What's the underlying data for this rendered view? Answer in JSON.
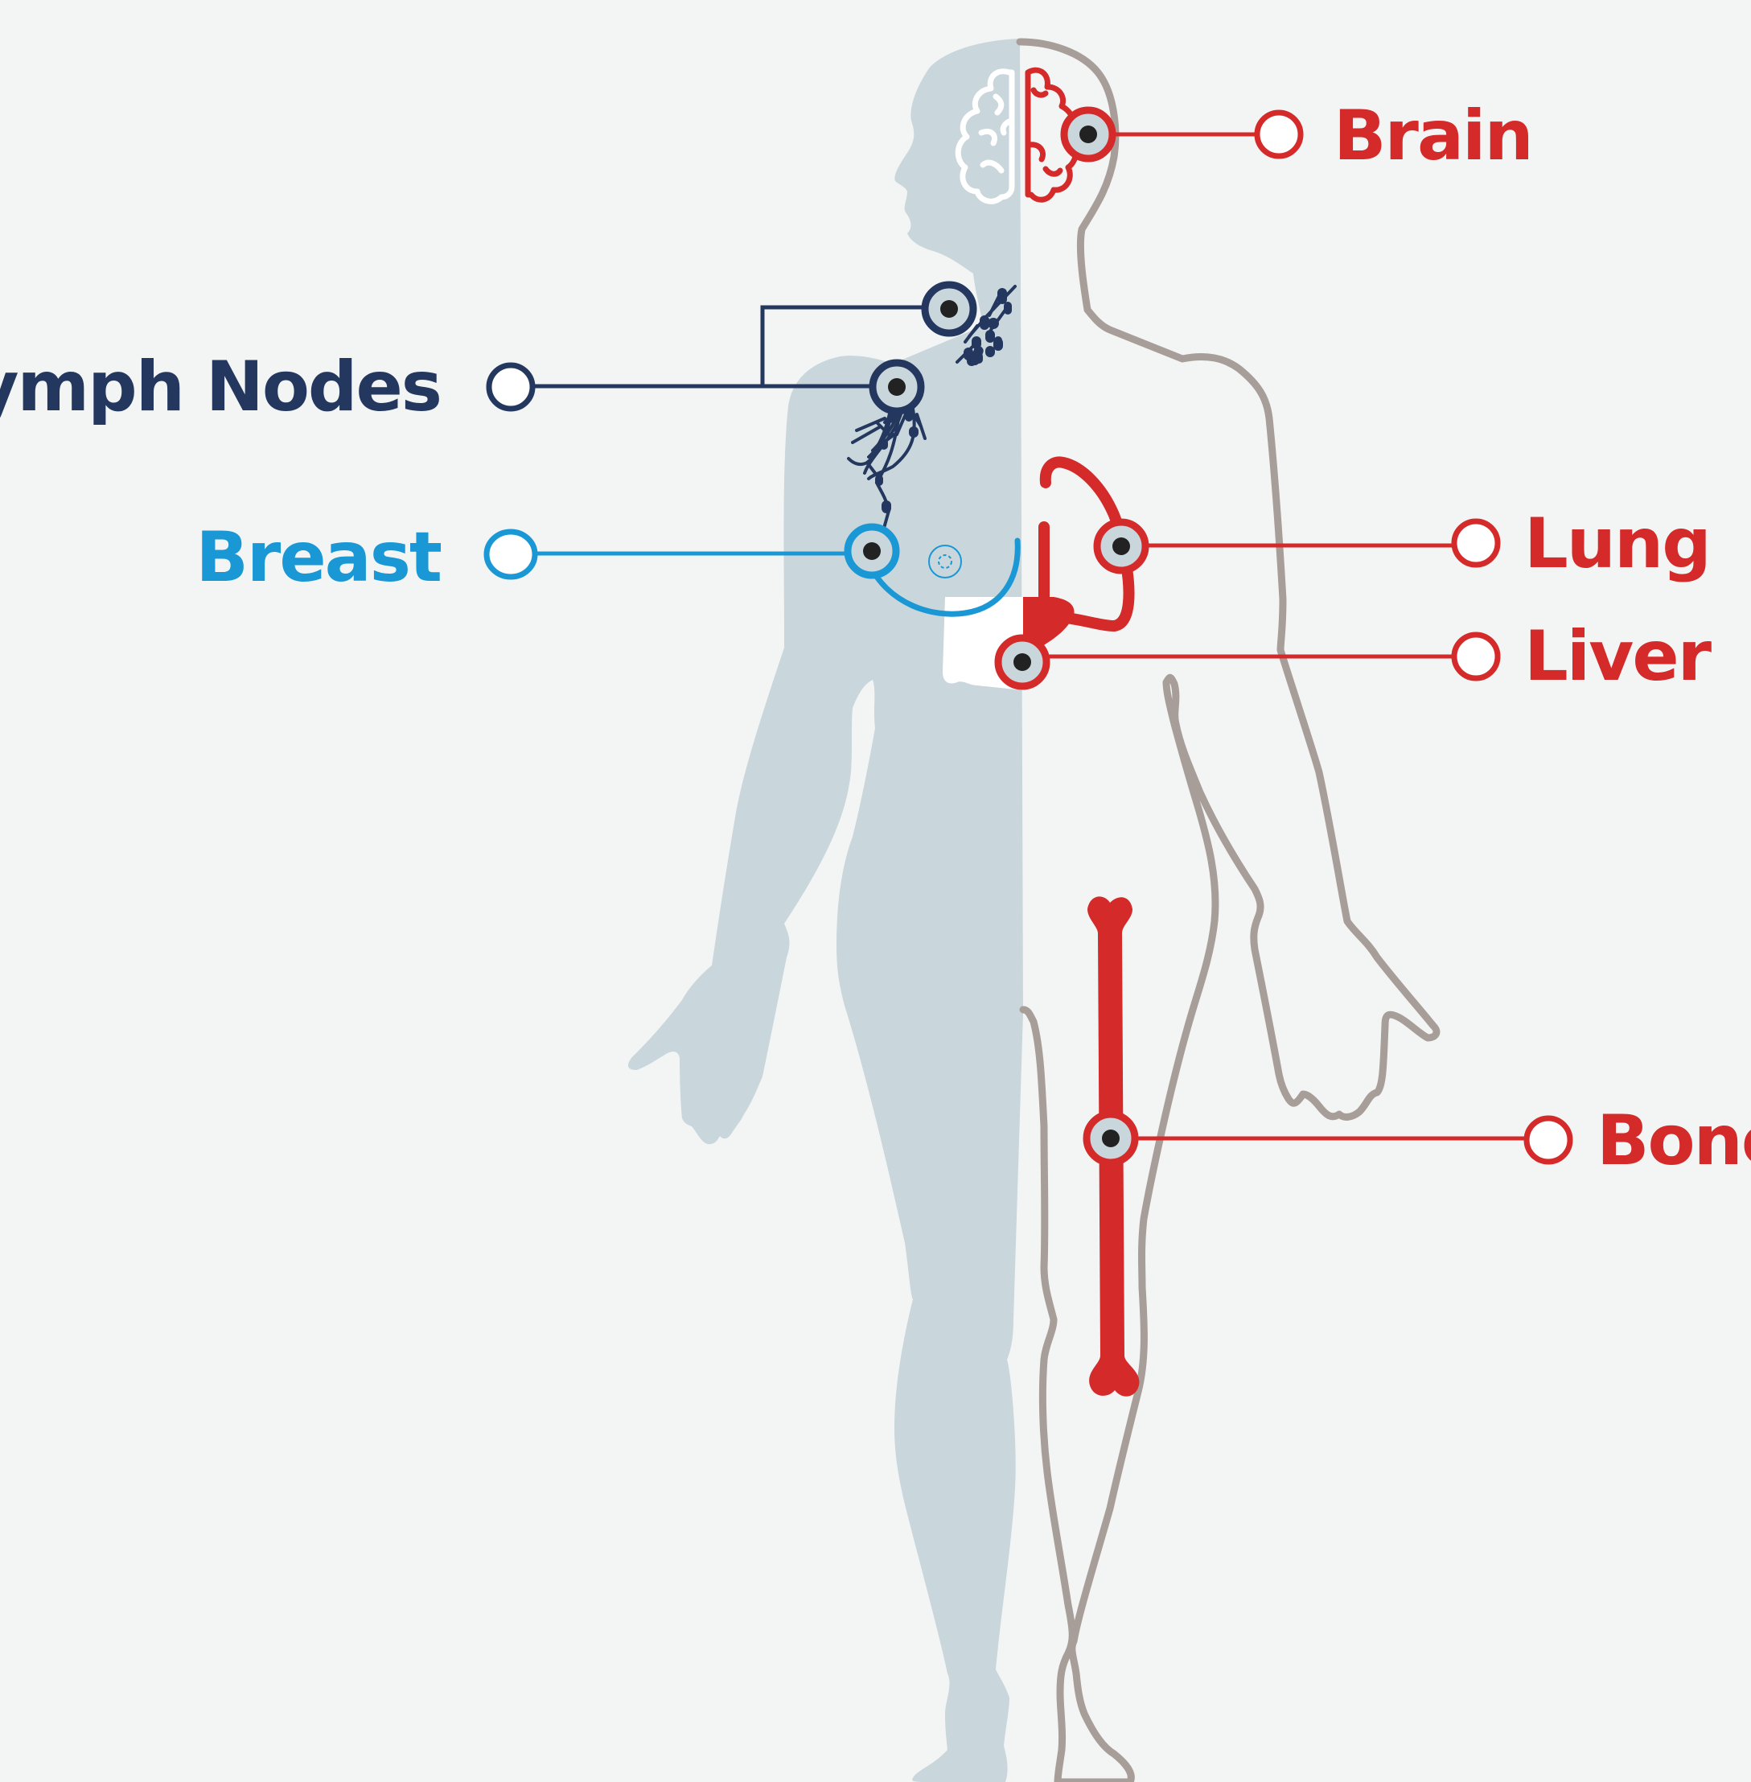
{
  "labels": {
    "brain": "Brain",
    "lymph_nodes": "Lymph Nodes",
    "breast": "Breast",
    "lung": "Lung",
    "liver": "Liver",
    "bone": "Bone"
  },
  "colors": {
    "background": "#f3f5f5",
    "silhouette_fill": "#c9d6dc",
    "outline": "#a89e99",
    "red": "#d42a2a",
    "navy": "#24385f",
    "blue": "#1a98d5",
    "marker_fill": "#c9d6dc",
    "marker_dot": "#222222"
  }
}
